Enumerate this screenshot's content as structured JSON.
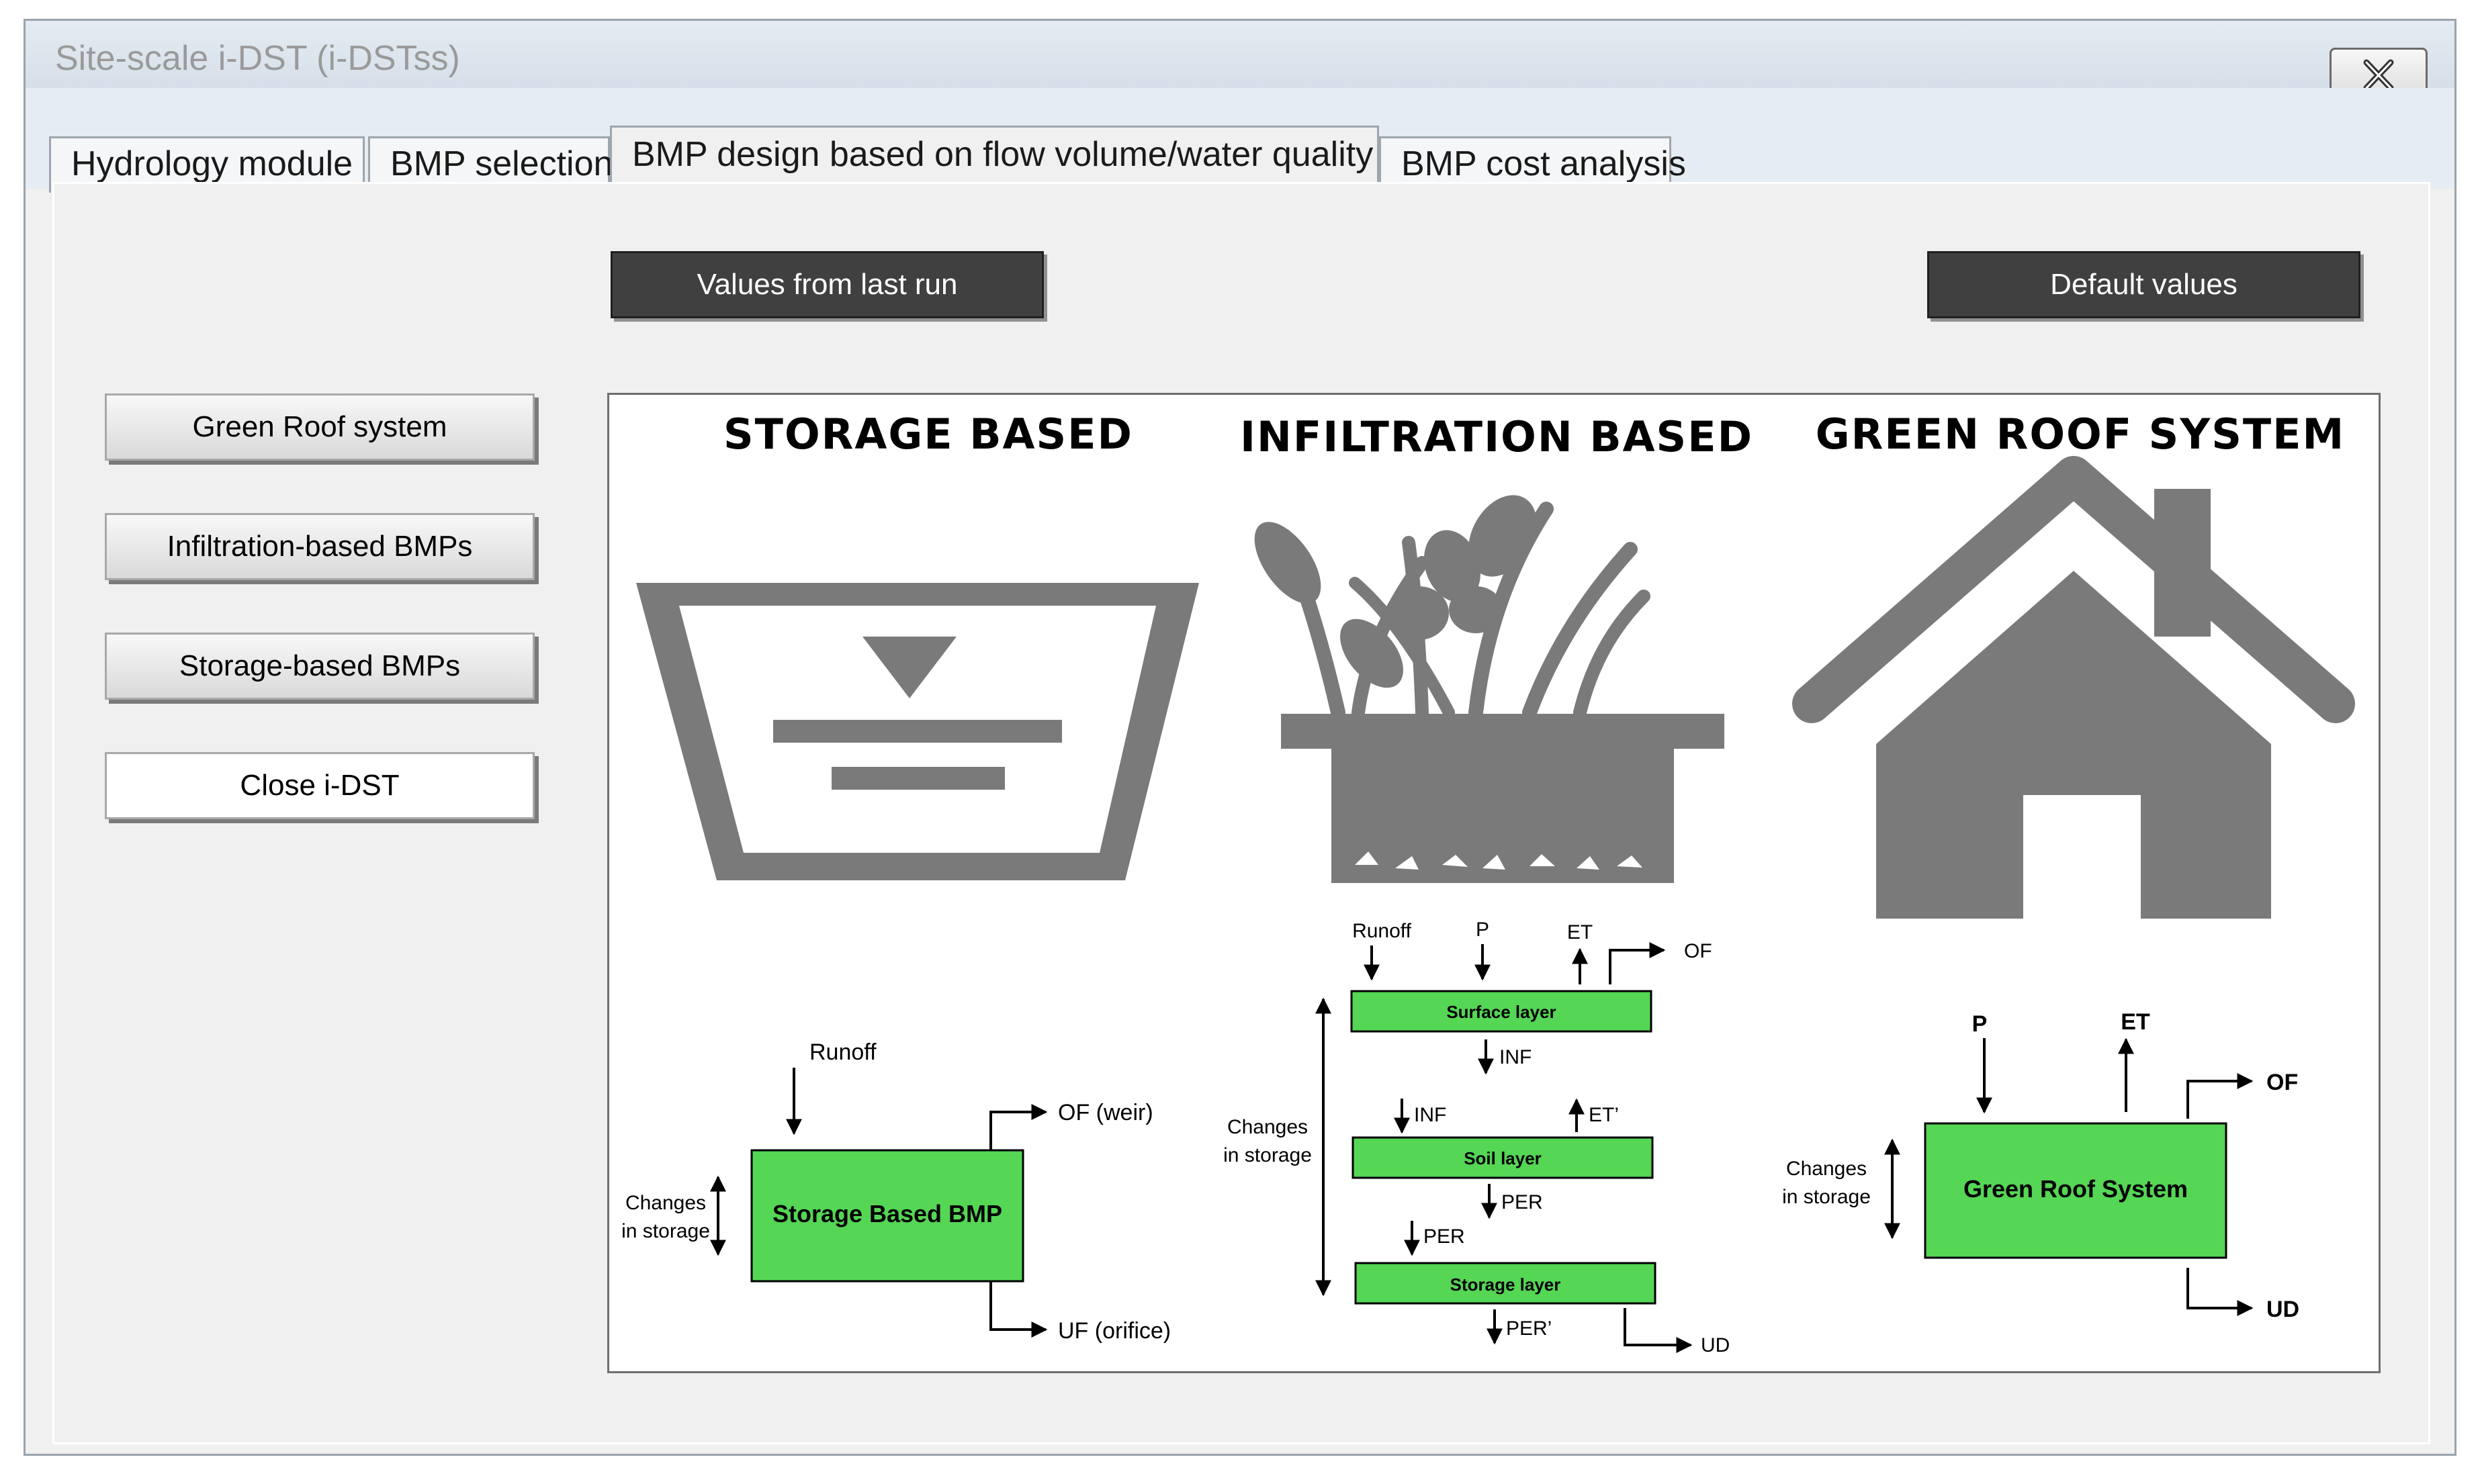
{
  "window": {
    "title": "Site-scale i-DST (i-DSTss)"
  },
  "tabs": [
    {
      "label": "Hydrology module",
      "active": false
    },
    {
      "label": "BMP selection",
      "active": false
    },
    {
      "label": "BMP design based on flow volume/water quality",
      "active": true
    },
    {
      "label": "BMP cost analysis",
      "active": false
    }
  ],
  "toolbar": {
    "last_run_label": "Values from last run",
    "default_label": "Default values"
  },
  "sidebar": {
    "items": [
      {
        "label": "Green Roof system"
      },
      {
        "label": "Infiltration-based BMPs"
      },
      {
        "label": "Storage-based BMPs"
      },
      {
        "label": "Close i-DST"
      }
    ]
  },
  "figure": {
    "headings": {
      "storage": "STORAGE BASED",
      "infiltration": "INFILTRATION BASED",
      "greenroof": "GREEN ROOF SYSTEM"
    },
    "storage": {
      "runoff": "Runoff",
      "of": "OF (weir)",
      "uf": "UF (orifice)",
      "changes_1": "Changes",
      "changes_2": "in storage",
      "box": "Storage Based BMP"
    },
    "infiltration": {
      "runoff": "Runoff",
      "p": "P",
      "et": "ET",
      "of": "OF",
      "surface": "Surface layer",
      "inf1": "INF",
      "inf2": "INF",
      "et_prime": "ET’",
      "soil": "Soil layer",
      "per1": "PER",
      "per2": "PER",
      "storage": "Storage layer",
      "per_prime": "PER’",
      "ud": "UD",
      "changes_1": "Changes",
      "changes_2": "in storage"
    },
    "greenroof": {
      "p": "P",
      "et": "ET",
      "of": "OF",
      "box": "Green Roof System",
      "ud": "UD",
      "changes_1": "Changes",
      "changes_2": "in storage"
    }
  },
  "colors": {
    "accent_green": "#55d655",
    "icon_gray": "#7a7a7a",
    "dark_button": "#404040"
  },
  "icons": [
    "close-icon",
    "basin-icon",
    "planter-icon",
    "house-icon"
  ]
}
